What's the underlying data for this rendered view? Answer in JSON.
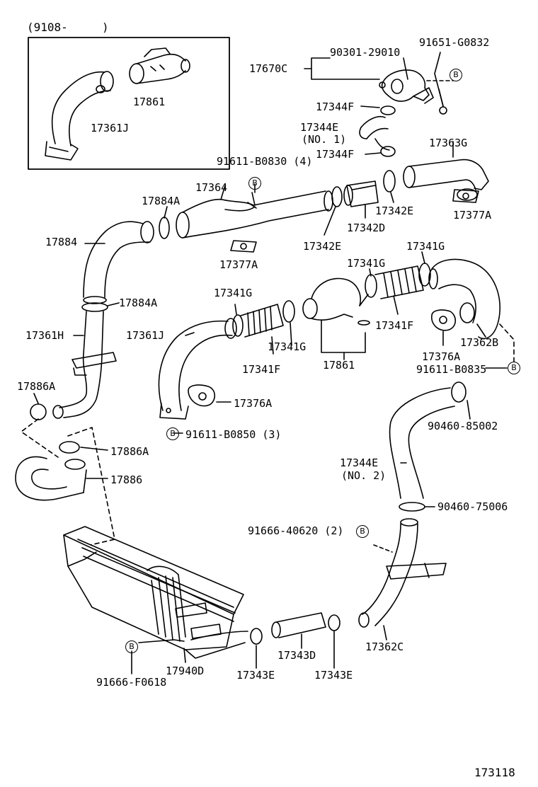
{
  "inset": {
    "range": "(9108-     )"
  },
  "callout_symbol": "B",
  "parts": {
    "p17861_top": "17861",
    "p17361J_top": "17361J",
    "p17670C": "17670C",
    "p90301": "90301-29010",
    "p91651": "91651-G0832",
    "p17344F_a": "17344F",
    "p17344E_1": "17344E",
    "p17344E_1_sub": "(NO. 1)",
    "p17344F_b": "17344F",
    "p91611_0830": "91611-B0830 (4)",
    "p17363G": "17363G",
    "p17884A_a": "17884A",
    "p17364": "17364",
    "p17342E_a": "17342E",
    "p17377A_a": "17377A",
    "p17884": "17884",
    "p17342D": "17342D",
    "p17342E_b": "17342E",
    "p17377A_b": "17377A",
    "p17341G_a": "17341G",
    "p17341G_b": "17341G",
    "p17884A_b": "17884A",
    "p17341G_c": "17341G",
    "p17361H": "17361H",
    "p17361J": "17361J",
    "p17341F_a": "17341F",
    "p17362B": "17362B",
    "p17341G_d": "17341G",
    "p17376A_a": "17376A",
    "p17341F_b": "17341F",
    "p17861": "17861",
    "p91611_0835": "91611-B0835",
    "p17886A_a": "17886A",
    "p17376A_b": "17376A",
    "p90460_85002": "90460-85002",
    "p91611_0850": "91611-B0850 (3)",
    "p17886A_b": "17886A",
    "p17344E_2": "17344E",
    "p17344E_2_sub": "(NO. 2)",
    "p17886": "17886",
    "p90460_75006": "90460-75006",
    "p91666_40620": "91666-40620 (2)",
    "p17343D": "17343D",
    "p17362C": "17362C",
    "p17940D": "17940D",
    "p17343E_a": "17343E",
    "p17343E_b": "17343E",
    "p91666_F0618": "91666-F0618"
  },
  "figure_number": "173118"
}
